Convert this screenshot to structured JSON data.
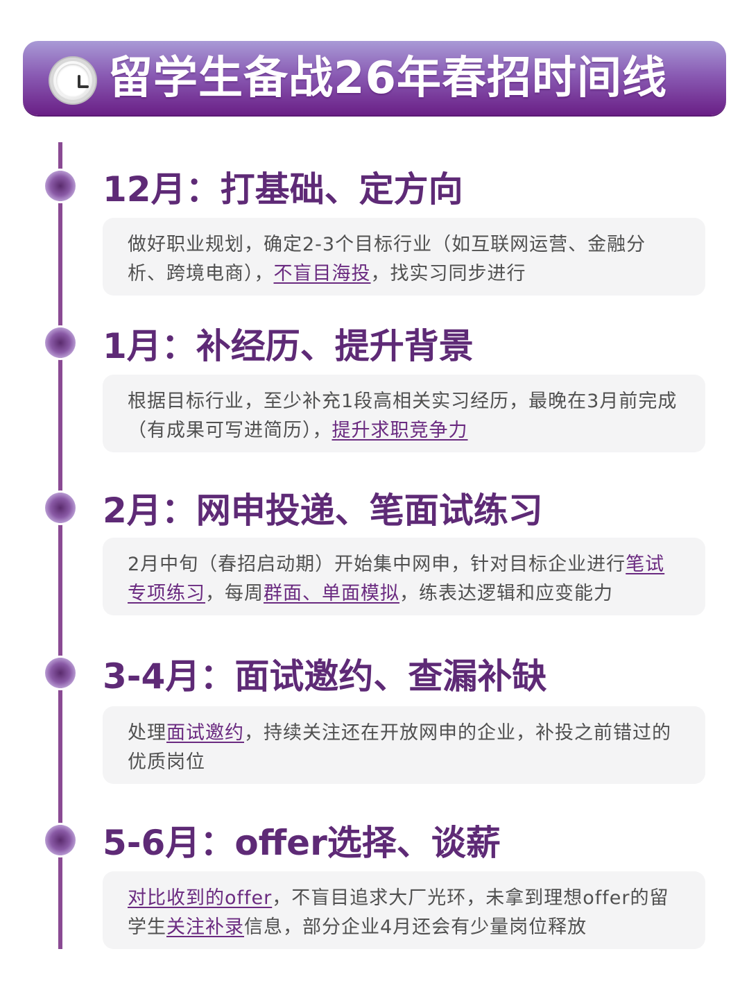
{
  "header": {
    "title": "留学生备战26年春招时间线",
    "icon": "clock-icon"
  },
  "colors": {
    "accent": "#5e2a76",
    "timeline": "#8a4a93",
    "card_bg": "#f4f4f5"
  },
  "timeline": [
    {
      "heading": "12月：打基础、定方向",
      "desc": [
        {
          "t": "做好职业规划，确定2-3个目标行业（如互联网运营、金融分析、跨境电商），",
          "h": false
        },
        {
          "t": "不盲目海投",
          "h": true
        },
        {
          "t": "，找实习同步进行",
          "h": false
        }
      ]
    },
    {
      "heading": "1月：补经历、提升背景",
      "desc": [
        {
          "t": "根据目标行业，至少补充1段高相关实习经历，最晚在3月前完成（有成果可写进简历），",
          "h": false
        },
        {
          "t": "提升求职竞争力",
          "h": true
        }
      ]
    },
    {
      "heading": "2月：网申投递、笔面试练习",
      "desc": [
        {
          "t": "2月中旬（春招启动期）开始集中网申，针对目标企业进行",
          "h": false
        },
        {
          "t": "笔试专项练习",
          "h": true
        },
        {
          "t": "，每周",
          "h": false
        },
        {
          "t": "群面、单面模拟",
          "h": true
        },
        {
          "t": "，练表达逻辑和应变能力",
          "h": false
        }
      ]
    },
    {
      "heading": "3-4月：面试邀约、查漏补缺",
      "desc": [
        {
          "t": "处理",
          "h": false
        },
        {
          "t": "面试邀约",
          "h": true
        },
        {
          "t": "，持续关注还在开放网申的企业，补投之前错过的优质岗位",
          "h": false
        }
      ]
    },
    {
      "heading": "5-6月：offer选择、谈薪",
      "desc": [
        {
          "t": "对比收到的offer",
          "h": true
        },
        {
          "t": "，不盲目追求大厂光环，未拿到理想offer的留学生",
          "h": false
        },
        {
          "t": "关注补录",
          "h": true
        },
        {
          "t": "信息，部分企业4月还会有少量岗位释放",
          "h": false
        }
      ]
    }
  ]
}
